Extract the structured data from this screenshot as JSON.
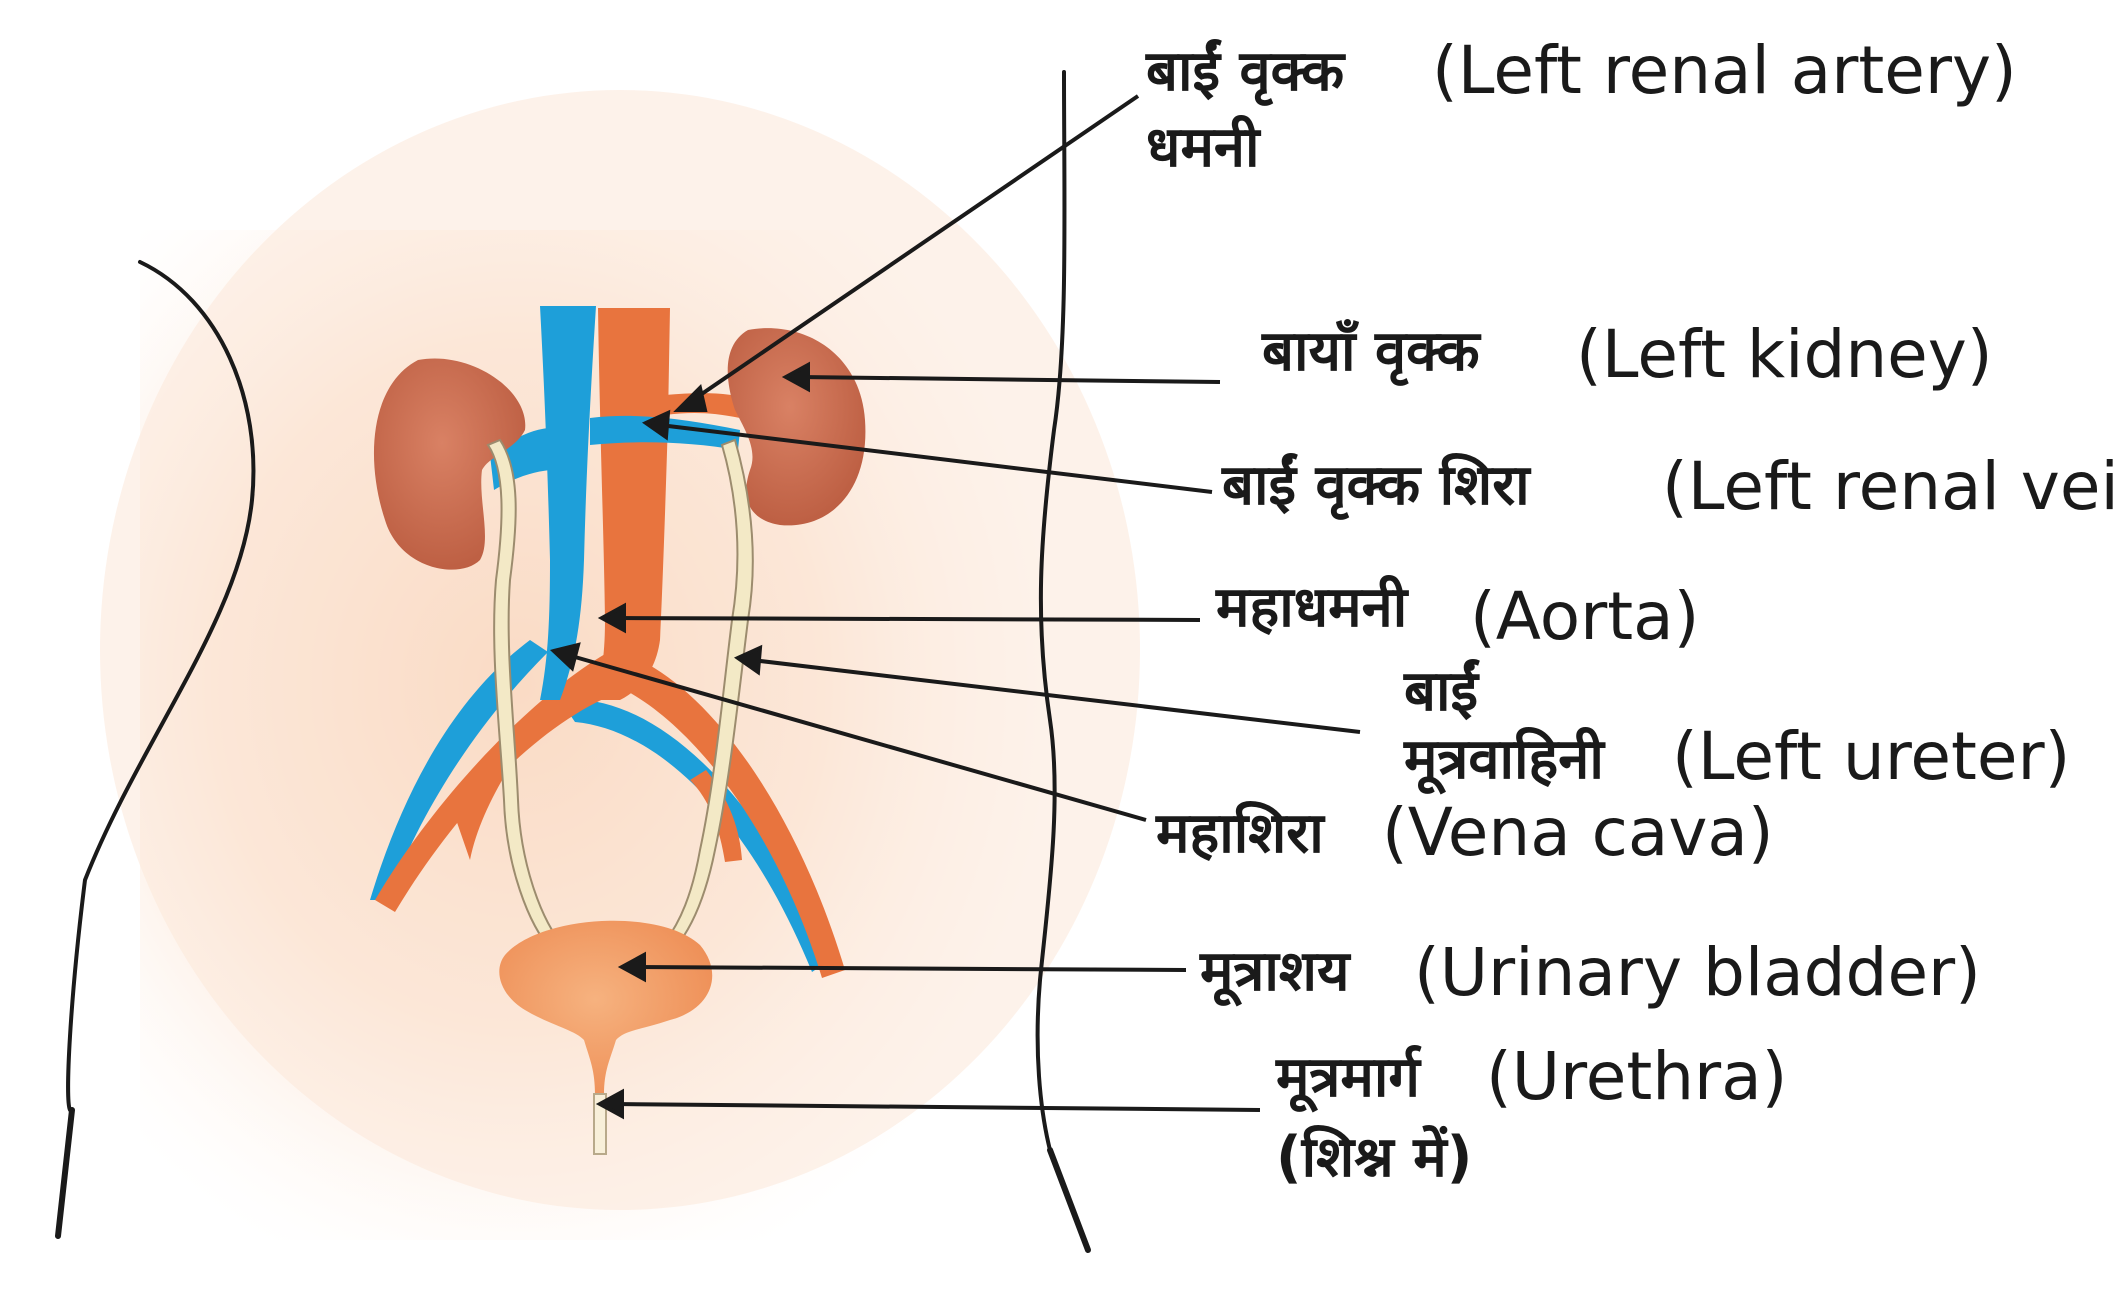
{
  "labels": {
    "left_renal_artery": {
      "hindi_line1": "बाईं  वृक्क",
      "hindi_line2": "धमनी",
      "english": "(Left renal artery)"
    },
    "left_kidney": {
      "hindi": "बायाँ  वृक्क",
      "english": "(Left kidney)"
    },
    "left_renal_vein": {
      "hindi": "बाईं  वृक्क  शिरा",
      "english": "(Left renal vein)"
    },
    "aorta": {
      "hindi": "महाधमनी",
      "english": "(Aorta)"
    },
    "left_ureter": {
      "hindi_line1": "बाईं",
      "hindi_line2": "मूत्रवाहिनी",
      "english": "(Left ureter)"
    },
    "vena_cava": {
      "hindi": "महाशिरा",
      "english": "(Vena cava)"
    },
    "urinary_bladder": {
      "hindi": "मूत्राशय",
      "english": "(Urinary bladder)"
    },
    "urethra": {
      "hindi_line1": "मूत्रमार्ग",
      "hindi_line2": "(शिश्न  में)",
      "english": "(Urethra)"
    }
  },
  "colors": {
    "vein_blue": "#1E9FD9",
    "artery_orange": "#E8743E",
    "kidney_brown": "#C8694B",
    "ureter_cream": "#F3E9C6",
    "bladder_orange": "#F2A36E",
    "body_skin": "#FBE3D2"
  }
}
